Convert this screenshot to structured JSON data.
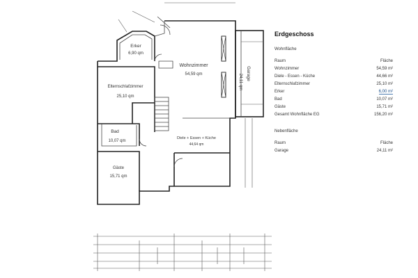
{
  "sheet_title": "Erdgeschoss",
  "living_area": {
    "heading": "Wohnfläche",
    "col_room": "Raum",
    "col_area": "Fläche",
    "rows": [
      {
        "room": "Wohnzimmer",
        "area": "54,59 m²"
      },
      {
        "room": "Diele - Essen - Küche",
        "area": "44,66 m²"
      },
      {
        "room": "Elternschlafzimmer",
        "area": "25,10 m²"
      },
      {
        "room": "Erker",
        "area": "6,00 m²"
      },
      {
        "room": "Bad",
        "area": "10,07 m²"
      },
      {
        "room": "Gäste",
        "area": "15,71 m²"
      },
      {
        "room": "Gesamt Wohnfläche EG",
        "area": "156,20 m²"
      }
    ]
  },
  "secondary_area": {
    "heading": "Nebenfläche",
    "col_room": "Raum",
    "col_area": "Fläche",
    "rows": [
      {
        "room": "Garage",
        "area": "24,11 m²"
      }
    ]
  },
  "plan_labels": {
    "erker": {
      "name": "Erker",
      "area": "6,90 qm"
    },
    "wohnzimmer": {
      "name": "Wohnzimmer",
      "area": "54,59 qm"
    },
    "eltern": {
      "name": "Elternschlafzimmer",
      "area": "25,10 qm"
    },
    "bad": {
      "name": "Bad",
      "area": "10,07 qm"
    },
    "diele": {
      "name": "Diele + Essen + Küche",
      "area": "44,64 qm"
    },
    "gaeste": {
      "name": "Gäste",
      "area": "15,71 qm"
    },
    "garage": {
      "name": "Garage",
      "area": "24,11 qm"
    }
  }
}
